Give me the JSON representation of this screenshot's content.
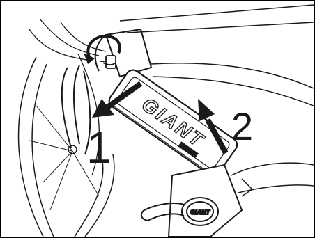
{
  "figure": {
    "border_color": "#000000",
    "line_color": "#1a1a1a",
    "arrow_color": "#1a1a1a",
    "battery_brand_text": "GIANT",
    "motor_badge_text": "GIANT"
  },
  "callouts": {
    "step_1": "1",
    "step_2": "2"
  }
}
